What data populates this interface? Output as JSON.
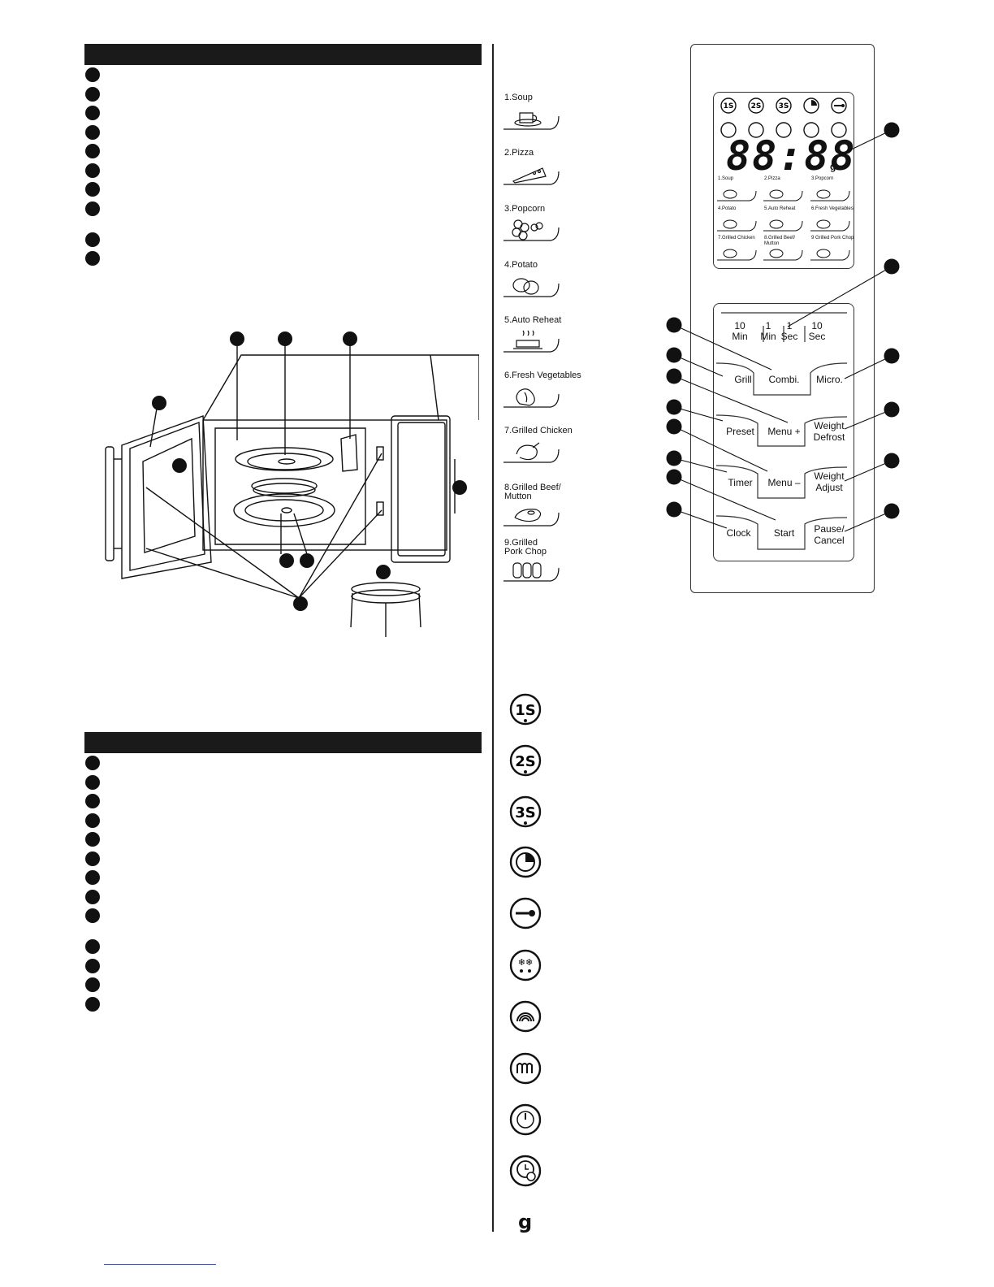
{
  "left_list_1_count": 10,
  "left_list_2_count": 13,
  "menu_items": [
    {
      "label": "1.Soup",
      "icon": "soup-icon"
    },
    {
      "label": "2.Pizza",
      "icon": "pizza-icon"
    },
    {
      "label": "3.Popcorn",
      "icon": "popcorn-icon"
    },
    {
      "label": "4.Potato",
      "icon": "potato-icon"
    },
    {
      "label": "5.Auto Reheat",
      "icon": "reheat-icon"
    },
    {
      "label": "6.Fresh Vegetables",
      "icon": "vegetables-icon"
    },
    {
      "label": "7.Grilled Chicken",
      "icon": "chicken-icon"
    },
    {
      "label": "8.Grilled Beef/\nMutton",
      "icon": "beef-icon"
    },
    {
      "label": "9.Grilled\nPork Chop",
      "icon": "porkchop-icon"
    }
  ],
  "panel": {
    "display": "88:88",
    "display_unit": "g",
    "mini_menu": [
      "1.Soup",
      "2.Pizza",
      "3.Popcorn",
      "4.Potato",
      "5.Auto Reheat",
      "6.Fresh Vegetables",
      "7.Grilled Chicken",
      "8.Grilled Beef/ Mutton",
      "9 Grilled Pork Chop"
    ],
    "time_keys": [
      {
        "value": "10",
        "unit": "Min"
      },
      {
        "value": "1",
        "unit": "Min"
      },
      {
        "value": "1",
        "unit": "Sec"
      },
      {
        "value": "10",
        "unit": "Sec"
      }
    ],
    "buttons": {
      "grill": "Grill",
      "combi": "Combi.",
      "micro": "Micro.",
      "preset": "Preset",
      "menu_plus": "Menu +",
      "weight_defrost": "Weight\nDefrost",
      "timer": "Timer",
      "menu_minus": "Menu –",
      "weight_adjust": "Weight\nAdjust",
      "clock": "Clock",
      "start": "Start",
      "pause_cancel": "Pause/\nCancel"
    }
  },
  "legend_icons": [
    "1S",
    "2S",
    "3S",
    "clock-quarter-icon",
    "key-lock-icon",
    "defrost-icon",
    "grill-wave-icon",
    "microwave-coil-icon",
    "timer-dial-icon",
    "clock-power-icon"
  ],
  "unit_symbol": "g"
}
